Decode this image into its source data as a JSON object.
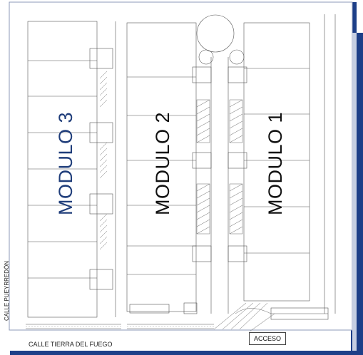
{
  "modules": [
    {
      "id": "m3",
      "label": "MODULO 3",
      "color": "#1f3d7a"
    },
    {
      "id": "m2",
      "label": "MODULO 2",
      "color": "#111111"
    },
    {
      "id": "m1",
      "label": "MODULO 1",
      "color": "#111111"
    }
  ],
  "streets": {
    "side": "CALLE PUEYRREDÓN",
    "bottom": "CALLE TIERRA DEL FUEGO"
  },
  "access": "ACCESO",
  "colors": {
    "frame_blue": "#1d3f88",
    "frame_light": "#dfe4ee",
    "line": "#555555"
  }
}
